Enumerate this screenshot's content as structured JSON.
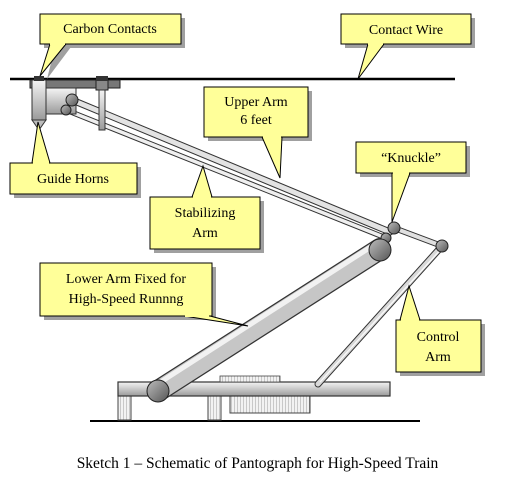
{
  "callouts": {
    "carbon_contacts": "Carbon Contacts",
    "contact_wire": "Contact Wire",
    "upper_arm": [
      "Upper Arm",
      "6 feet"
    ],
    "knuckle": "“Knuckle”",
    "guide_horns": "Guide Horns",
    "stabilizing_arm": [
      "Stabilizing",
      "Arm"
    ],
    "lower_arm": [
      "Lower Arm Fixed for",
      "High-Speed Runnng"
    ],
    "control_arm": [
      "Control",
      "Arm"
    ]
  },
  "caption": "Sketch 1 – Schematic of Pantograph for High-Speed Train",
  "colors": {
    "callout_fill": "#ffff99",
    "callout_shadow": "#a0a0a0",
    "arm_fill": "#d8d8d8",
    "arm_stroke": "#333333",
    "wire": "#000000"
  }
}
